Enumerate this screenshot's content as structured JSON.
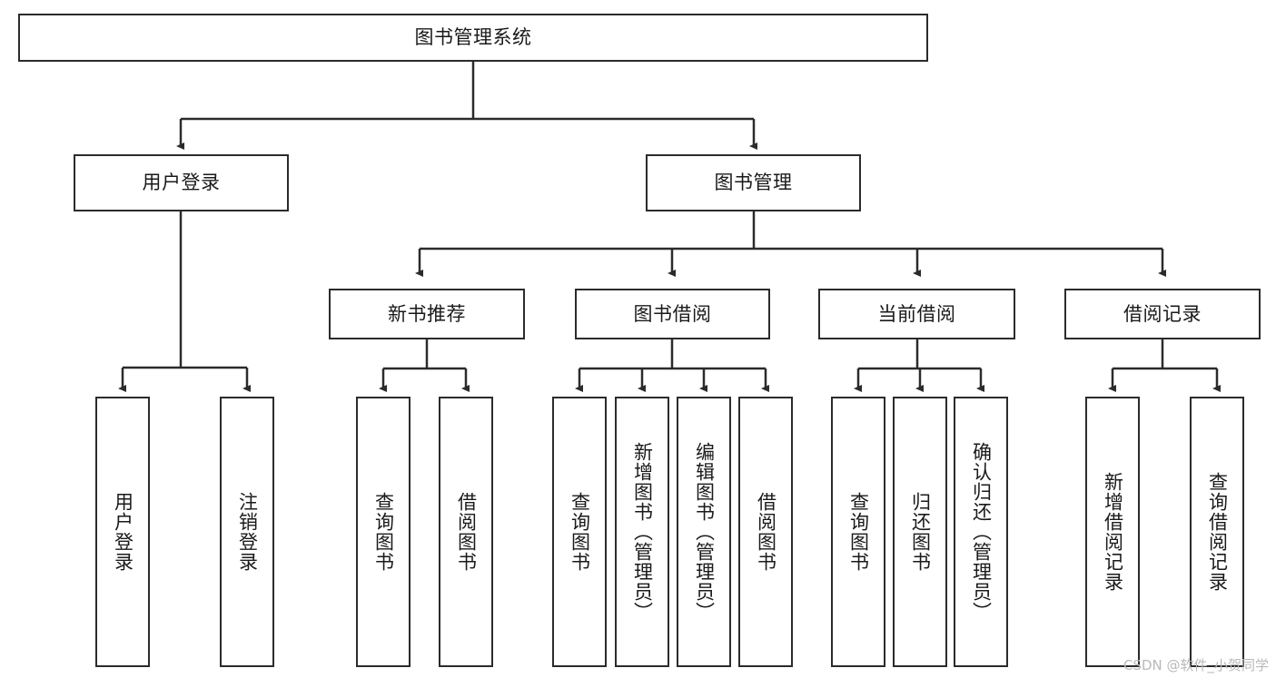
{
  "diagram": {
    "type": "tree",
    "title": "图书管理系统",
    "orientation": "top-down",
    "levels": 4,
    "nodes": {
      "root": {
        "label": "图书管理系统"
      },
      "l2": [
        {
          "label": "用户登录"
        },
        {
          "label": "图书管理"
        }
      ],
      "l3": [
        {
          "label": "新书推荐"
        },
        {
          "label": "图书借阅"
        },
        {
          "label": "当前借阅"
        },
        {
          "label": "借阅记录"
        }
      ],
      "leaves_user_login": [
        {
          "label": "用户登录"
        },
        {
          "label": "注销登录"
        }
      ],
      "leaves_new_book": [
        {
          "label": "查询图书"
        },
        {
          "label": "借阅图书"
        }
      ],
      "leaves_borrow": [
        {
          "label": "查询图书"
        },
        {
          "label": "新增图书（管理员）"
        },
        {
          "label": "编辑图书（管理员）"
        },
        {
          "label": "借阅图书"
        }
      ],
      "leaves_current": [
        {
          "label": "查询图书"
        },
        {
          "label": "归还图书"
        },
        {
          "label": "确认归还（管理员）"
        }
      ],
      "leaves_records": [
        {
          "label": "新增借阅记录"
        },
        {
          "label": "查询借阅记录"
        }
      ]
    },
    "watermark": "CSDN @软件_小贺同学",
    "colors": {
      "stroke": "#2b2b2b",
      "fill": "#ffffff",
      "text": "#1a1a1a",
      "watermark": "#b9b9b9"
    }
  }
}
